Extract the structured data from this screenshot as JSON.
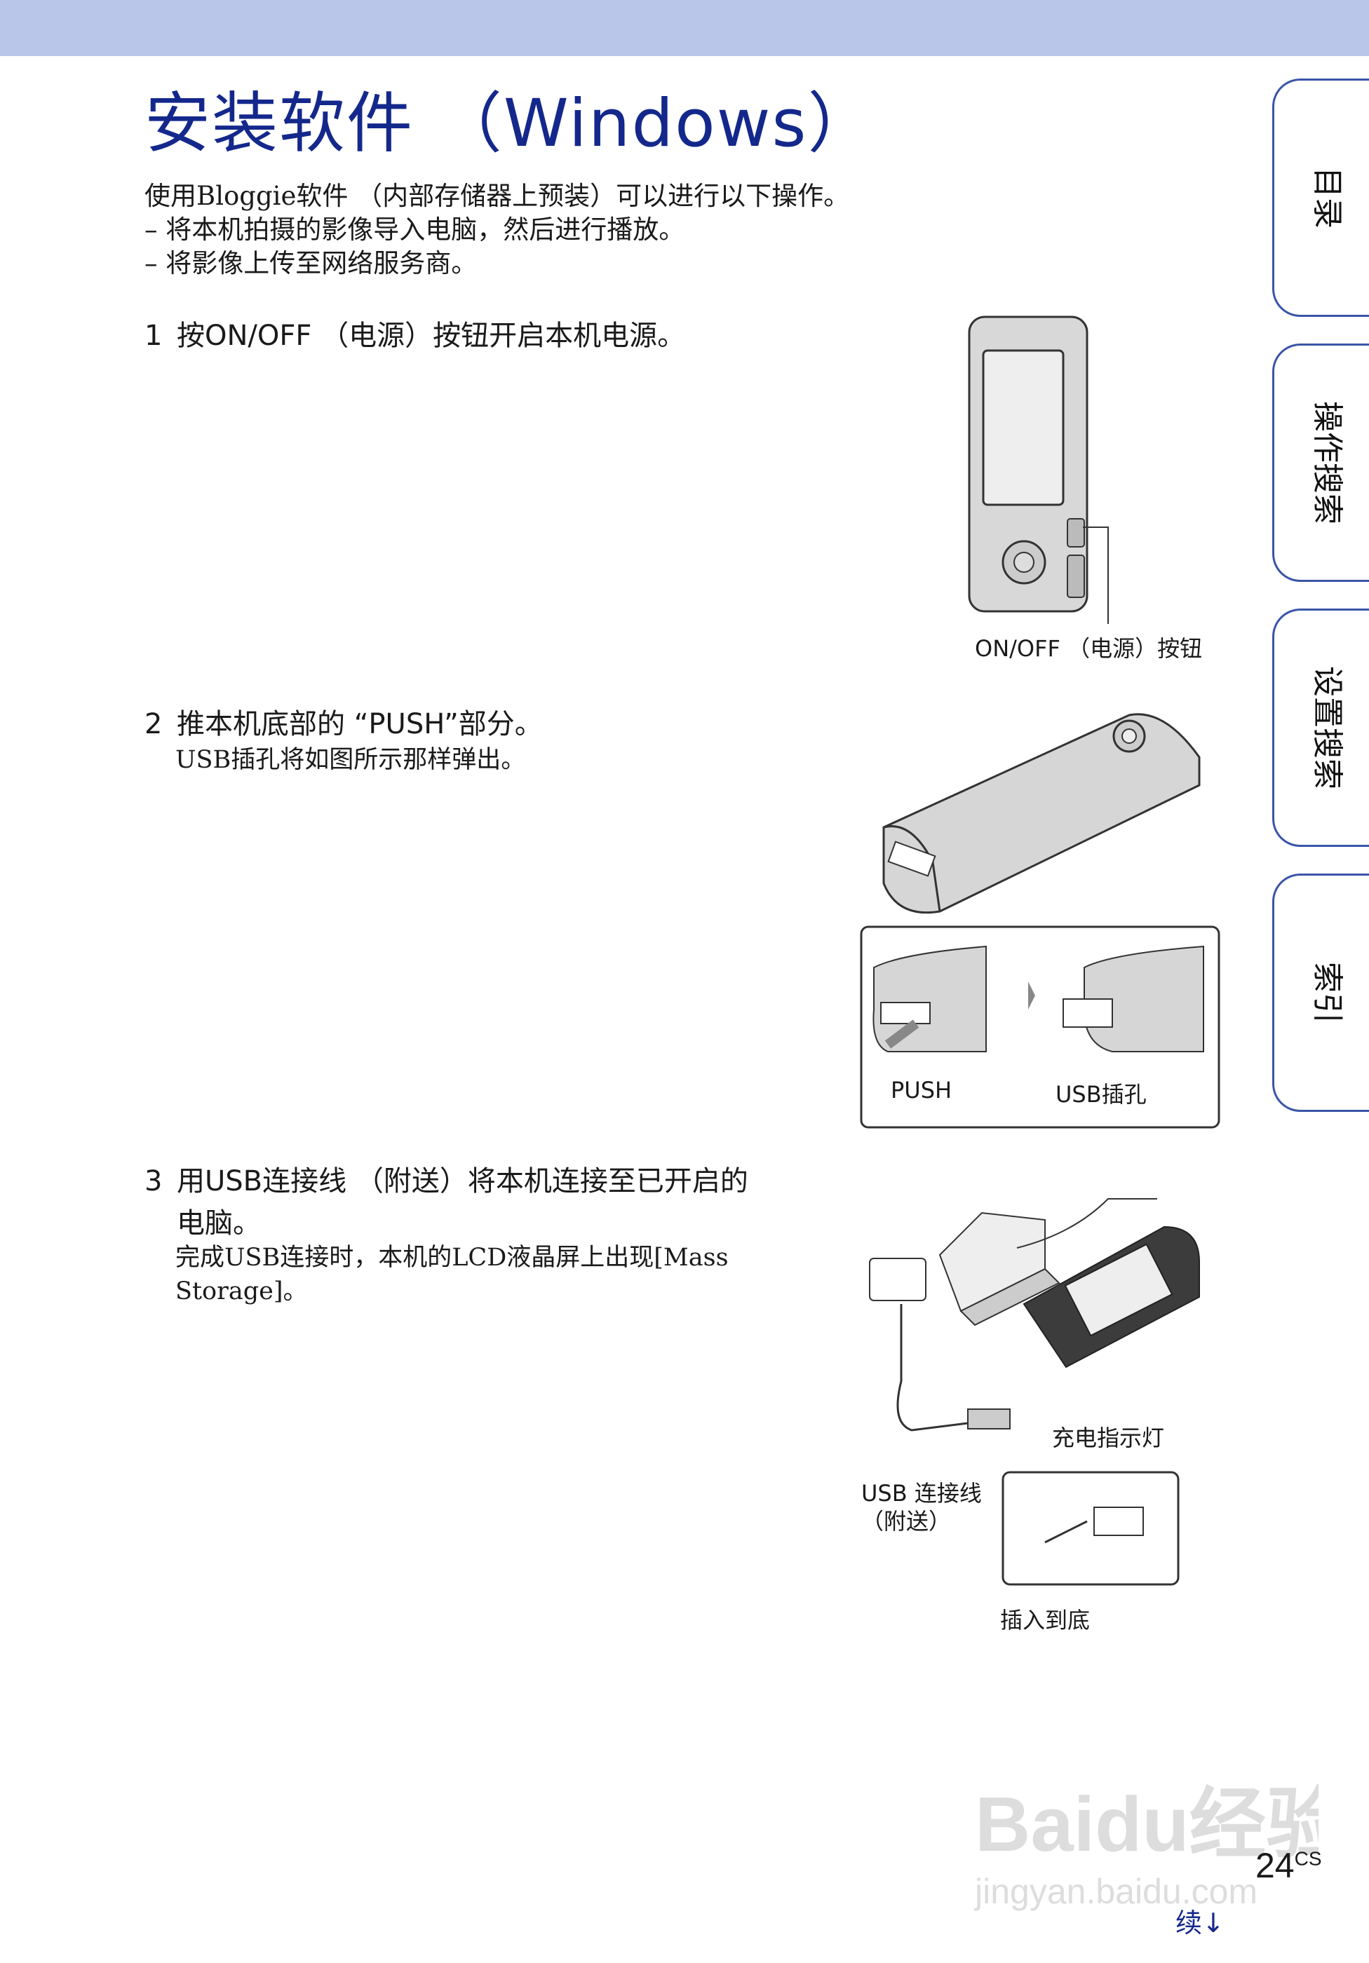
{
  "title": "安装软件 （Windows）",
  "intro": [
    "使用Bloggie软件 （内部存储器上预装）可以进行以下操作。",
    "– 将本机拍摄的影像导入电脑，然后进行播放。",
    "– 将影像上传至网络服务商。"
  ],
  "steps": [
    {
      "num": "1",
      "text": "按ON/OFF （电源）按钮开启本机电源。"
    },
    {
      "num": "2",
      "text": "推本机底部的 “PUSH”部分。",
      "note": "USB插孔将如图所示那样弹出。"
    },
    {
      "num": "3",
      "text": "用USB连接线 （附送）将本机连接至已开启的",
      "text2": "电脑。",
      "note": [
        "完成USB连接时，本机的LCD液晶屏上出现[Mass",
        "Storage]。"
      ]
    }
  ],
  "figures": {
    "power_button": "ON/OFF （电源）按钮",
    "push": "PUSH",
    "usb_jack": "USB插孔",
    "charge_lamp": "充电指示灯",
    "usb_cable": [
      "USB 连接线",
      "（附送）"
    ],
    "insert": "插入到底"
  },
  "side_tabs": [
    "目录",
    "操作搜索",
    "设置搜索",
    "索引"
  ],
  "page_number": "24",
  "page_suffix": "CS",
  "continued": "续↓",
  "watermark": {
    "logo": "Baidu经验",
    "url": "jingyan.baidu.com"
  },
  "colors": {
    "top_bar": "#b9c6ea",
    "accent": "#14288c",
    "tab_border": "#3a55a8"
  }
}
